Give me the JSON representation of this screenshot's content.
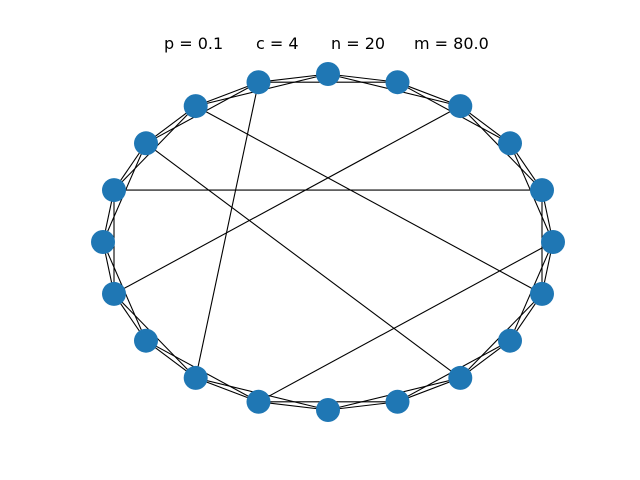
{
  "title": {
    "p": "p = 0.1",
    "c": "c = 4",
    "n": "n = 20",
    "m": "m = 80.0"
  },
  "graph": {
    "node_count": 20,
    "node_color": "#1f77b4",
    "edge_color": "#000000",
    "layout": "circular ring",
    "ring_neighbors": [
      1,
      2
    ],
    "extra_edges": [
      [
        14,
        2
      ],
      [
        4,
        16
      ],
      [
        5,
        11
      ],
      [
        12,
        19
      ],
      [
        6,
        18
      ],
      [
        8,
        17
      ]
    ]
  }
}
